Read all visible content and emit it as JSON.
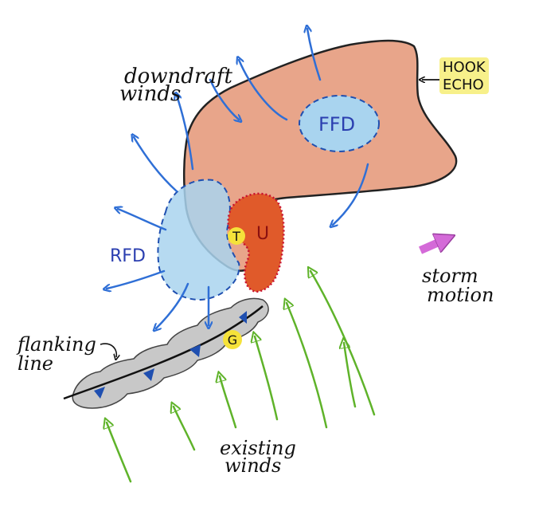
{
  "labels": {
    "hook_echo_line1": "HOOK",
    "hook_echo_line2": "ECHO",
    "downdraft_line1": "downdraft",
    "downdraft_line2": "winds",
    "ffd": "FFD",
    "rfd": "RFD",
    "t_marker": "T",
    "u_marker": "U",
    "g_marker": "G",
    "flanking_line1": "flanking",
    "flanking_line2": "line",
    "storm_motion_line1": "storm",
    "storm_motion_line2": "motion",
    "existing_winds_line1": "existing",
    "existing_winds_line2": "winds"
  },
  "colors": {
    "hook_fill": "#e8a58a",
    "hook_stroke": "#222222",
    "downdraft_fill": "#a9d4ef",
    "downdraft_stroke": "#1f4fb0",
    "updraft_fill": "#e05a2a",
    "updraft_stroke": "#c8102e",
    "marker_fill": "#f5e23a",
    "flanking_fill": "#c8c8c8",
    "blue_arrow": "#2f6fd6",
    "green_arrow": "#5fb32a",
    "storm_motion_arrow": "#d46ad8",
    "highlight": "#f7f08a",
    "text_dark": "#111111",
    "text_blue": "#2b3fb0"
  },
  "icons": {
    "storm_motion": "arrow-right-up-icon",
    "downdraft": "arrow-outward-icon",
    "inflow": "arrow-up-right-icon"
  }
}
